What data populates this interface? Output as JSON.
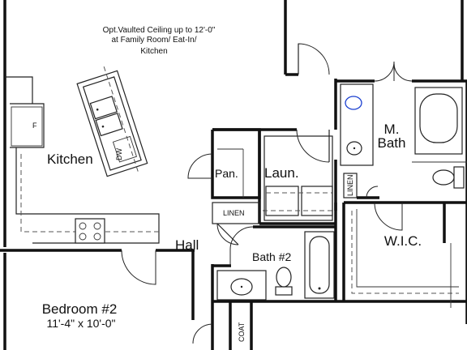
{
  "rooms": {
    "kitchen": "Kitchen",
    "hall": "Hall",
    "bedroom2": "Bedroom #2",
    "bedroom2_dims": "11'-4\" x 10'-0\"",
    "bath2": "Bath #2",
    "laundry": "Laun.",
    "pantry": "Pan.",
    "master_bath_line1": "M.",
    "master_bath_line2": "Bath",
    "wic": "W.I.C."
  },
  "labels": {
    "linen_hall": "LINEN",
    "linen_mbath": "LINEN",
    "coat": "COAT",
    "dishwasher": "DW",
    "fridge": "F"
  },
  "notes": {
    "vaulted_line1": "Opt.Vaulted Ceiling up to 12'-0\"",
    "vaulted_line2": "at Family Room/ Eat-In/",
    "vaulted_line3": "Kitchen"
  }
}
